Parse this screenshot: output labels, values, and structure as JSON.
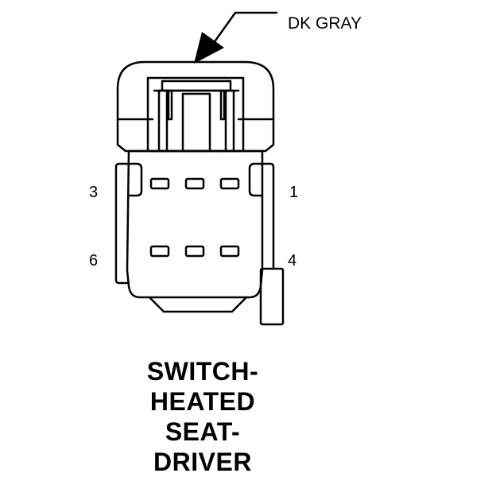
{
  "wire_color": "DK GRAY",
  "pins": {
    "top_left": "3",
    "top_right": "1",
    "bottom_left": "6",
    "bottom_right": "4"
  },
  "title_lines": [
    "SWITCH-",
    "HEATED",
    "SEAT-",
    "DRIVER"
  ],
  "colors": {
    "ink": "#000000",
    "background": "#ffffff"
  }
}
